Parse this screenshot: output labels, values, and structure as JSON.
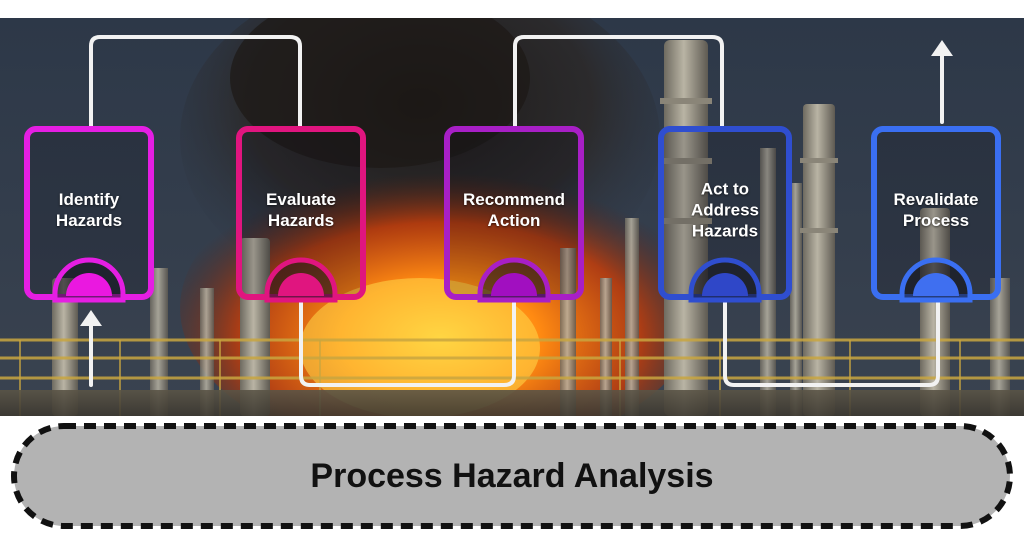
{
  "title": "Process Hazard Analysis",
  "steps": [
    {
      "id": "identify",
      "label": "Identify\nHazards",
      "color": "#e51ee3",
      "dome": "#ea18e0"
    },
    {
      "id": "evaluate",
      "label": "Evaluate\nHazards",
      "color": "#e0157f",
      "dome": "#e0157f"
    },
    {
      "id": "recommend",
      "label": "Recommend\nAction",
      "color": "#a81fc6",
      "dome": "#a10fc0"
    },
    {
      "id": "act",
      "label": "Act to\nAddress\nHazards",
      "color": "#2f4ed0",
      "dome": "#2f47c8"
    },
    {
      "id": "revalidate",
      "label": "Revalidate\nProcess",
      "color": "#3a6ff2",
      "dome": "#3f6ff0"
    }
  ],
  "colors": {
    "connector": "#f2f2f2",
    "banner_fill": "#b3b3b3",
    "banner_border": "#111111",
    "sky": "#2f3a4a"
  }
}
